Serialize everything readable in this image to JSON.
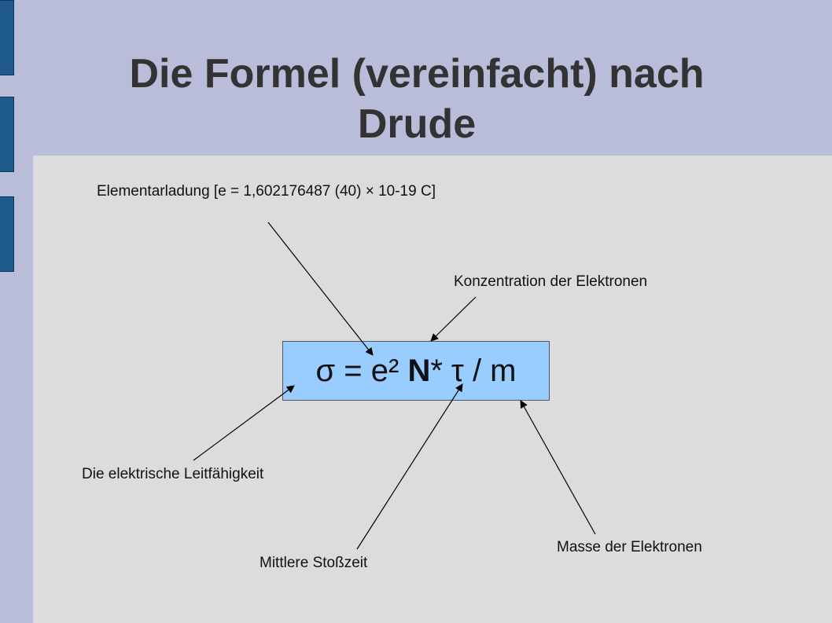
{
  "slide": {
    "title_line1": "Die Formel (vereinfacht) nach",
    "title_line2": "Drude",
    "formula": {
      "sigma": "σ",
      "eq": " = ",
      "e2": "e²",
      "space1": " ",
      "n": "N",
      "rest": "* τ / m"
    },
    "labels": {
      "elementarladung": "Elementarladung [e = 1,602176487 (40) × 10-19 C]",
      "konzentration": "Konzentration der Elektronen",
      "leitfaehigkeit": "Die elektrische Leitfähigkeit",
      "stosszeit": "Mittlere Stoßzeit",
      "masse": "Masse der Elektronen"
    }
  },
  "colors": {
    "title_band": "#b9bdd9",
    "content_bg": "#dcdcdc",
    "tab": "#1f5a8c",
    "formula_box": "#99ccff",
    "title_text": "#333333"
  }
}
